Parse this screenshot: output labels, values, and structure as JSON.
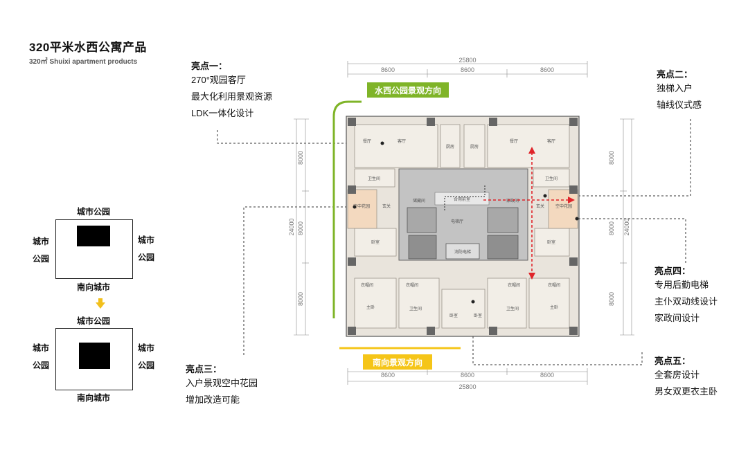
{
  "title": "320平米水西公寓产品",
  "subtitle": "320㎡ Shuixi apartment products",
  "highlights": [
    {
      "head": "亮点一：",
      "lines": [
        "270°观园客厅",
        "最大化利用景观资源",
        "LDK一体化设计"
      ]
    },
    {
      "head": "亮点二：",
      "lines": [
        "独梯入户",
        "轴线仪式感"
      ]
    },
    {
      "head": "亮点三：",
      "lines": [
        "入户景观空中花园",
        "增加改造可能"
      ]
    },
    {
      "head": "亮点四：",
      "lines": [
        "专用后勤电梯",
        "主仆双动线设计",
        "家政间设计"
      ]
    },
    {
      "head": "亮点五：",
      "lines": [
        "全套房设计",
        "男女双更衣主卧"
      ]
    }
  ],
  "site_diagrams": [
    {
      "top": "城市公园",
      "left": [
        "城市",
        "公园"
      ],
      "right": [
        "城市",
        "公园"
      ],
      "bottom": "南向城市"
    },
    {
      "top": "城市公园",
      "left": [
        "城市",
        "公园"
      ],
      "right": [
        "城市",
        "公园"
      ],
      "bottom": "南向城市"
    }
  ],
  "plan": {
    "north_view": "水西公园景观方向",
    "south_view": "南向景观方向",
    "dims_top_total": "25800",
    "dims_top": [
      "8600",
      "8600",
      "8600"
    ],
    "dims_bottom": [
      "8600",
      "8600",
      "8600"
    ],
    "dims_bottom_total": "25800",
    "dims_left": [
      "8000",
      "8000",
      "8000"
    ],
    "dims_left_total": "24000",
    "dims_right": [
      "8000",
      "8000",
      "8000"
    ],
    "dims_right_total": "24000",
    "rooms": [
      "餐厅",
      "客厅",
      "厨房",
      "卫生间",
      "空中花园",
      "玄关",
      "卧室",
      "衣帽间",
      "主卧",
      "储藏间",
      "家政间",
      "合用前室",
      "消防电梯",
      "电梯厅"
    ],
    "colors": {
      "green": "#7fb428",
      "yellow": "#f5c518",
      "red": "#e0242a",
      "floor": "#e9e4dc",
      "room": "#f2eee7",
      "core": "#b5b5b5",
      "garden": "#f3d9bf"
    }
  }
}
